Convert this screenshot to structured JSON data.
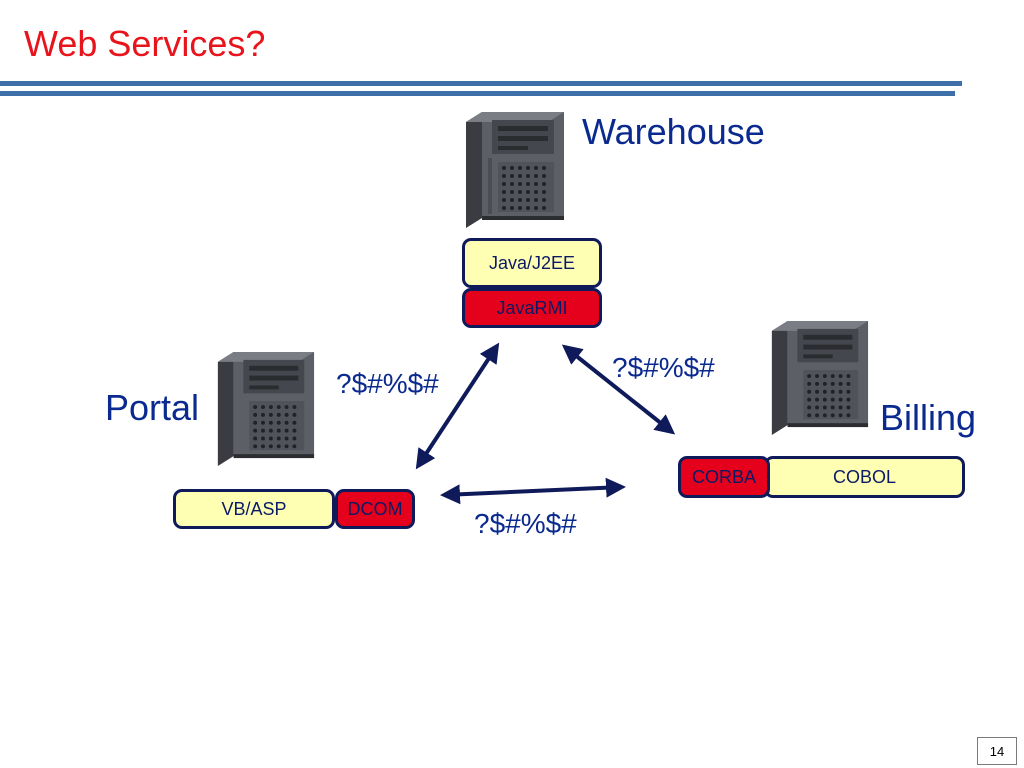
{
  "slide": {
    "title": "Web Services?",
    "page_number": "14"
  },
  "nodes": {
    "warehouse": {
      "label": "Warehouse",
      "technology": "Java/J2EE",
      "protocol": "JavaRMI"
    },
    "portal": {
      "label": "Portal",
      "technology": "VB/ASP",
      "protocol": "DCOM"
    },
    "billing": {
      "label": "Billing",
      "technology": "COBOL",
      "protocol": "CORBA"
    }
  },
  "connections": {
    "portal_warehouse": "?$#%$#",
    "warehouse_billing": "?$#%$#",
    "portal_billing": "?$#%$#"
  },
  "icons": [
    "server-tower-icon"
  ],
  "colors": {
    "title": "#e8141c",
    "label_text": "#0b2a8f",
    "technology_box": "#ffffb4",
    "protocol_box": "#e5001c",
    "box_border": "#0f1a5a",
    "arrow": "#0f1a5a",
    "header_rule": "#3f6fa8"
  }
}
